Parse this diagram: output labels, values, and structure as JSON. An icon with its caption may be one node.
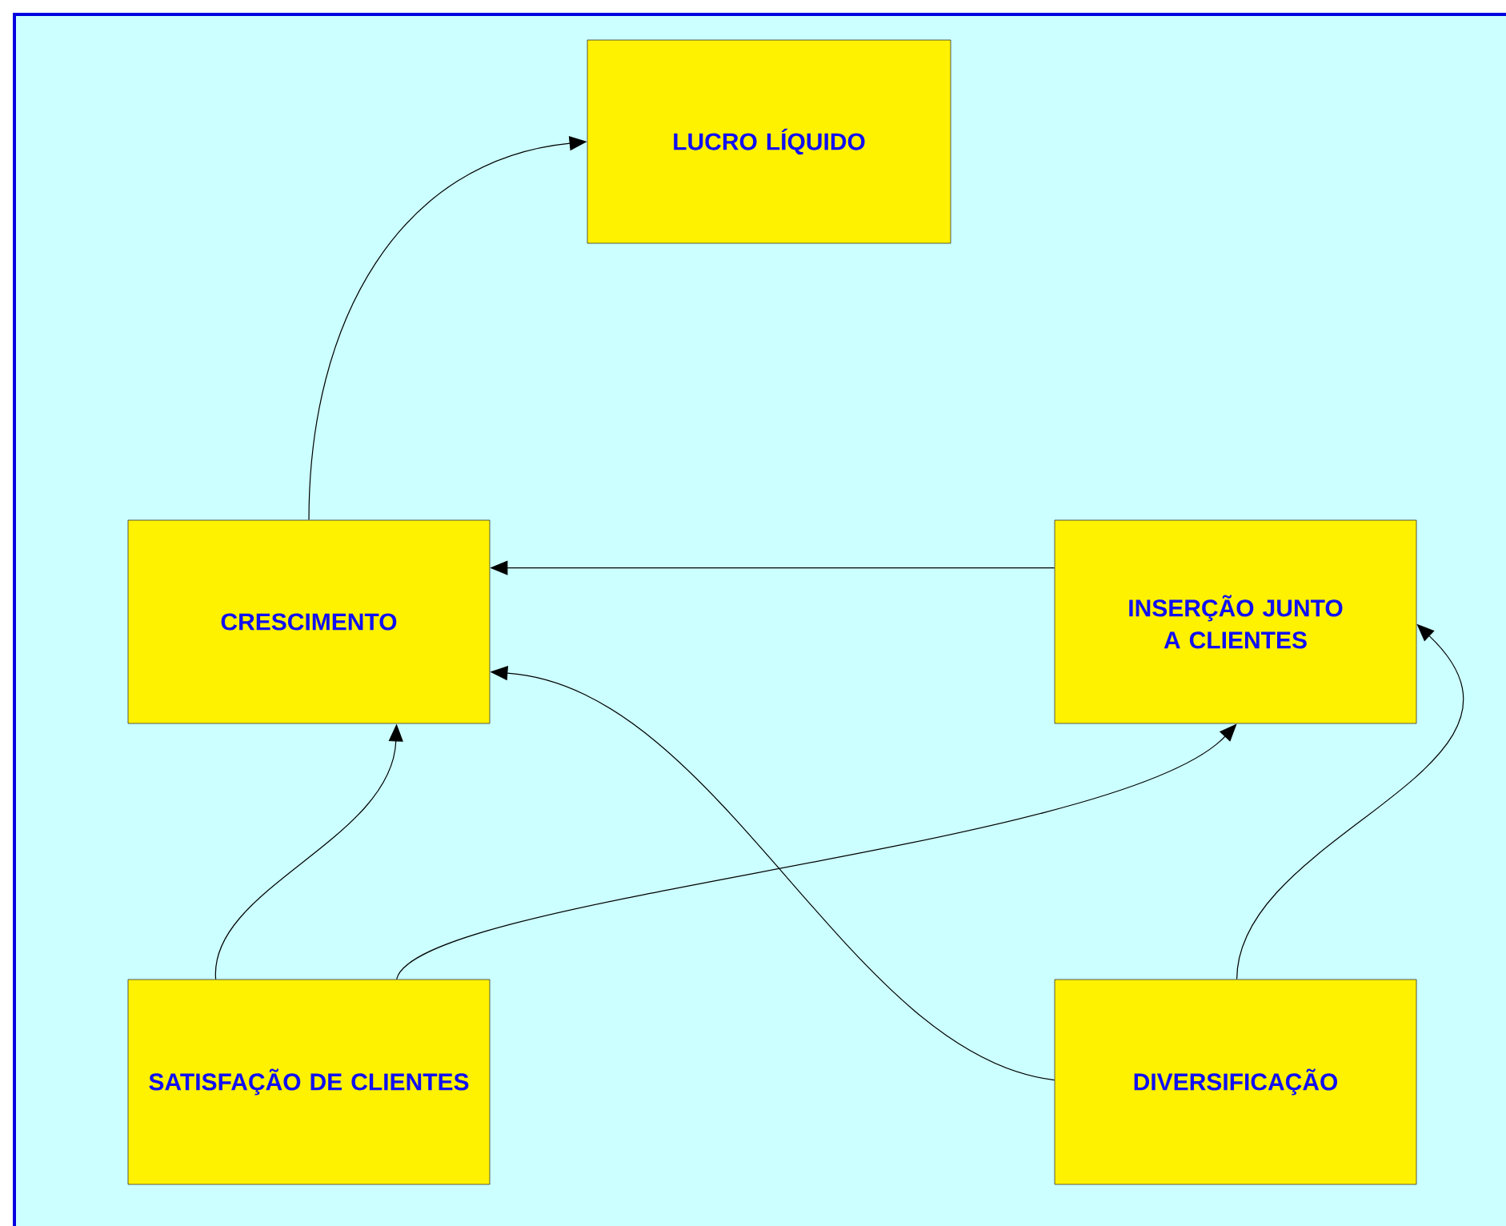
{
  "diagram": {
    "nodes": [
      {
        "text": [
          "LUCRO LÍQUIDO"
        ]
      },
      {
        "text": [
          "CRESCIMENTO"
        ]
      },
      {
        "text": [
          "INSERÇÃO JUNTO A CLIENTES"
        ]
      },
      {
        "text": [
          "SATISFAÇÃO DE CLIENTES"
        ]
      },
      {
        "text": [
          "DIVERSIFICAÇÃO"
        ]
      }
    ],
    "edges": [
      {
        "from": 1,
        "to": 0,
        "arrow": "to"
      },
      {
        "from": 2,
        "to": 1,
        "arrow": "to"
      },
      {
        "from": 3,
        "to": 1,
        "arrow": "to"
      },
      {
        "from": 3,
        "to": 2,
        "arrow": "to"
      },
      {
        "from": 4,
        "to": 1,
        "arrow": "to"
      },
      {
        "from": 4,
        "to": 2,
        "arrow": "to"
      }
    ]
  }
}
